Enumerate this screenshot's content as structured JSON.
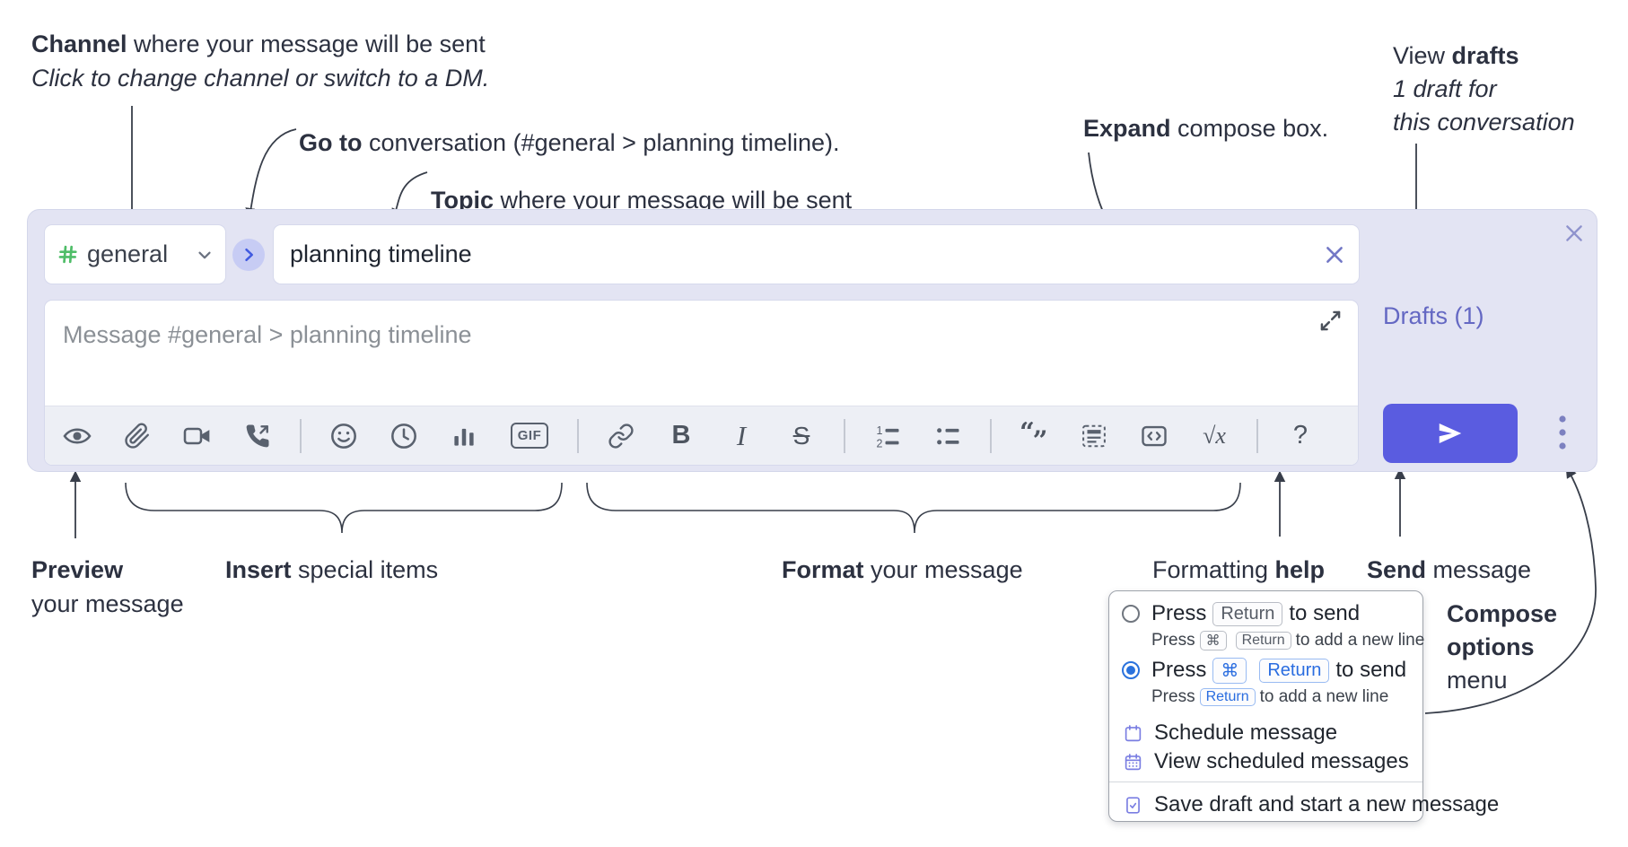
{
  "colors": {
    "compose_bg": "#e3e4f3",
    "accent_send": "#5a5ce0",
    "hash_green": "#4fbd68",
    "drafts_link_purple": "#6468c3",
    "popup_icon_purple": "#7a7ee2",
    "key_blue": "#2a6de0"
  },
  "annotations": {
    "channel": {
      "bold": "Channel",
      "rest": " where your message will be sent",
      "line2": "Click to change channel or switch to a DM."
    },
    "goto": {
      "bold": "Go to",
      "rest": " conversation (#general > planning timeline)."
    },
    "topic": {
      "bold": "Topic",
      "rest": " where your message will be sent"
    },
    "expand": {
      "bold": "Expand",
      "rest": " compose box."
    },
    "view_drafts": {
      "line1_normal": "View ",
      "line1_bold": "drafts",
      "line2": "1 draft for",
      "line3": "this conversation"
    },
    "preview": {
      "bold": "Preview",
      "line2": "your message"
    },
    "insert": {
      "bold": "Insert",
      "rest": " special items"
    },
    "format": {
      "bold": "Format",
      "rest": " your message"
    },
    "formatting_help": {
      "normal": "Formatting ",
      "bold": "help"
    },
    "send": {
      "bold": "Send",
      "rest": " message"
    },
    "compose_options": {
      "line1": "Compose",
      "line2": "options",
      "line3": "menu"
    }
  },
  "compose": {
    "channel": {
      "name": "general"
    },
    "topic": {
      "value": "planning timeline"
    },
    "drafts_link": "Drafts (1)",
    "message_placeholder": "Message #general > planning timeline",
    "toolbar": {
      "glyphs": {
        "bold": "B",
        "italic": "I",
        "strike": "S",
        "gif": "GIF",
        "math": "√x",
        "help": "?",
        "ol1": "1",
        "ol2": "2",
        "quote_open": "“",
        "quote_close": "”"
      },
      "icons": [
        "preview-eye",
        "attach-file",
        "video-call",
        "audio-call",
        "emoji",
        "time",
        "poll",
        "gif",
        "link",
        "bold",
        "italic",
        "strikethrough",
        "numbered-list",
        "bulleted-list",
        "quote",
        "spoiler",
        "code",
        "math",
        "help"
      ]
    }
  },
  "popup": {
    "options": [
      {
        "selected": false,
        "main": {
          "pre": "Press",
          "keys": [
            "Return"
          ],
          "post": "to send"
        },
        "sub": {
          "pre": "Press",
          "keys": [
            "⌘",
            "Return"
          ],
          "post": "to add a new line"
        }
      },
      {
        "selected": true,
        "main": {
          "pre": "Press",
          "keys": [
            "⌘",
            "Return"
          ],
          "post": "to send"
        },
        "sub": {
          "pre": "Press",
          "keys": [
            "Return"
          ],
          "post": "to add a new line"
        }
      }
    ],
    "items": [
      {
        "icon": "calendar-icon",
        "label": "Schedule message"
      },
      {
        "icon": "calendar-view-icon",
        "label": "View scheduled messages"
      },
      {
        "icon": "save-draft-icon",
        "label": "Save draft and start a new message"
      }
    ]
  }
}
